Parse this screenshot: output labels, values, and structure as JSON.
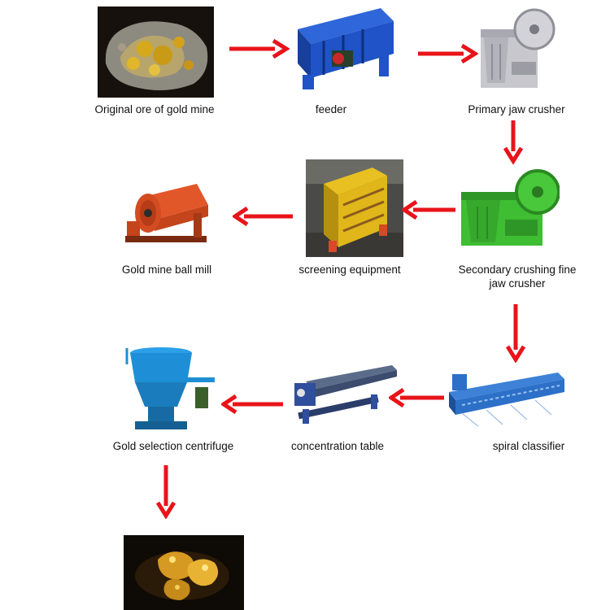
{
  "colors": {
    "arrow": "#e8141a",
    "ore_bg": "#1a1310",
    "gold": "#d5a019",
    "feeder_blue": "#1f53c7",
    "crusher_gray": "#c7c7cd",
    "crusher_green": "#3fbd33",
    "screen_yellow": "#e8c021",
    "mill_orange": "#e2572a",
    "centrifuge_blue": "#1e8fd6",
    "table_blue": "#2f4e9c",
    "classifier_blue": "#2c70c8"
  },
  "nodes": [
    {
      "id": "ore",
      "label": "Original ore of gold mine",
      "icon": "gold-ore-photo"
    },
    {
      "id": "feeder",
      "label": "feeder",
      "icon": "vibrating-feeder-photo"
    },
    {
      "id": "primary",
      "label": "Primary jaw crusher",
      "icon": "jaw-crusher-photo"
    },
    {
      "id": "secondary",
      "label": "Secondary crushing fine jaw crusher",
      "icon": "fine-jaw-crusher-photo"
    },
    {
      "id": "screen",
      "label": "screening equipment",
      "icon": "vibrating-screen-photo"
    },
    {
      "id": "mill",
      "label": "Gold mine ball mill",
      "icon": "ball-mill-photo"
    },
    {
      "id": "classifier",
      "label": "spiral classifier",
      "icon": "spiral-classifier-photo"
    },
    {
      "id": "table",
      "label": "concentration table",
      "icon": "shaking-table-photo"
    },
    {
      "id": "centrifuge",
      "label": "Gold selection centrifuge",
      "icon": "gold-centrifuge-photo"
    },
    {
      "id": "gold",
      "label": "",
      "icon": "gold-nuggets-photo"
    }
  ],
  "edges": [
    {
      "from": "ore",
      "to": "feeder"
    },
    {
      "from": "feeder",
      "to": "primary"
    },
    {
      "from": "primary",
      "to": "secondary"
    },
    {
      "from": "secondary",
      "to": "screen"
    },
    {
      "from": "screen",
      "to": "mill"
    },
    {
      "from": "secondary",
      "to": "classifier"
    },
    {
      "from": "classifier",
      "to": "table"
    },
    {
      "from": "table",
      "to": "centrifuge"
    },
    {
      "from": "centrifuge",
      "to": "gold"
    }
  ]
}
